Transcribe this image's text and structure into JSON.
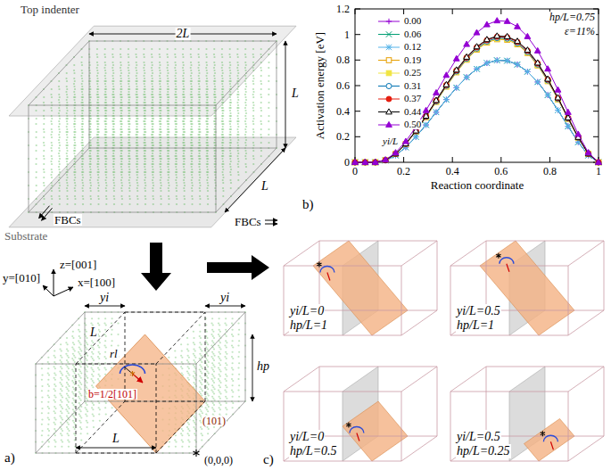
{
  "diagram": {
    "nodes": [
      {
        "text": [
          "yi/L=0",
          "hp/L=1"
        ]
      },
      {
        "text": [
          "yi/L=0.5",
          "hp/L=1"
        ]
      },
      {
        "text": [
          "yi/L=0",
          "hp/L=0.5"
        ]
      },
      {
        "text": [
          "yi/L=0.5",
          "hp/L=0.25"
        ]
      }
    ],
    "labels": [
      "Top indenter",
      "Substrate",
      "2L",
      "L",
      "L",
      "FBCs",
      "FBCs",
      "z=[001]",
      "y=[010]",
      "x=[100]",
      "yi",
      "L",
      "rl",
      "b=1/2[101]",
      "L",
      "yi",
      "hp",
      "(101)",
      "(0,0,0)",
      "a)",
      "Activation energy [eV]",
      "Reaction coordinate",
      "0",
      "0.2",
      "0.4",
      "0.6",
      "0.8",
      "1",
      "1.2",
      "0",
      "0.2",
      "0.4",
      "0.6",
      "0.8",
      "1",
      "hp/L=0.75",
      "ε=11%",
      "yi/L",
      "b)",
      "c)"
    ],
    "legend": [
      {
        "text": "0.00"
      },
      {
        "text": "0.06"
      },
      {
        "text": "0.12"
      },
      {
        "text": "0.19"
      },
      {
        "text": "0.25"
      },
      {
        "text": "0.31"
      },
      {
        "text": "0.37"
      },
      {
        "text": "0.44"
      },
      {
        "text": "0.50"
      }
    ]
  }
}
